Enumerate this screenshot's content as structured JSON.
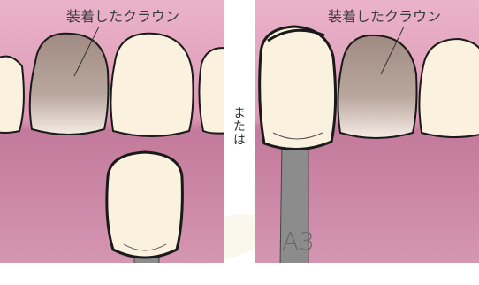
{
  "left_panel": {
    "label": "装着したクラウン"
  },
  "middle": {
    "word": "または"
  },
  "right_panel": {
    "label": "装着したクラウン",
    "shade_code": "A3"
  },
  "colors": {
    "gum_top": "#e7a8c3",
    "gum_bottom": "#b86a8f",
    "tooth": "#fbf1df",
    "crown_dark": "#a99287",
    "outline": "#1a1a1a",
    "handle": "#8c8c8c"
  }
}
